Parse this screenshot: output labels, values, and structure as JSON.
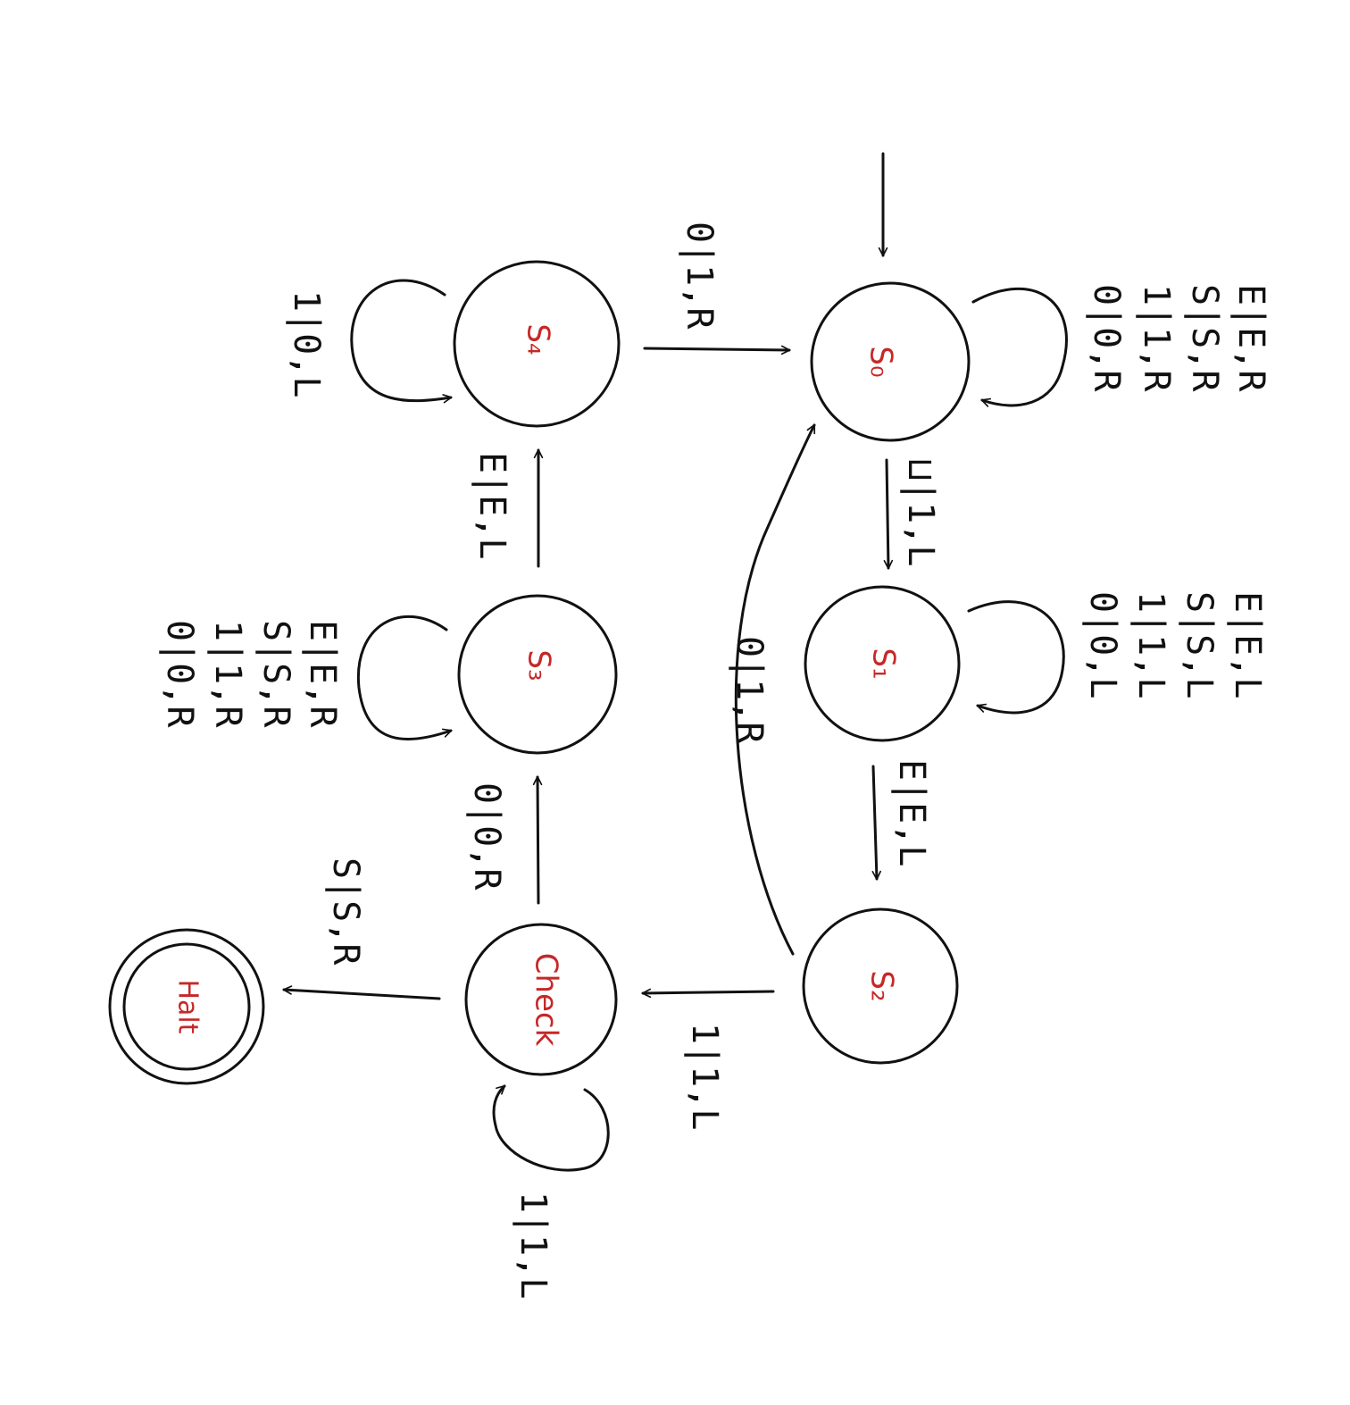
{
  "colors": {
    "state_text": "#c62828",
    "ink": "#111111",
    "background": "#ffffff"
  },
  "states": {
    "s0": "S₀",
    "s1": "S₁",
    "s2": "S₂",
    "s3": "S₃",
    "s4": "S₄",
    "check": "Check",
    "halt": "Halt"
  },
  "transitions": {
    "s0_loop": [
      "E|E,R",
      "S|S,R",
      "1|1,R",
      "0|0,R"
    ],
    "s1_loop": [
      "E|E,L",
      "S|S,L",
      "1|1,L",
      "0|0,L"
    ],
    "s3_loop": [
      "E|E,R",
      "S|S,R",
      "1|1,R",
      "0|0,R"
    ],
    "s4_loop": "1|0,L",
    "check_loop": "1|1,L",
    "s0_to_s1": "⊔|1,L",
    "s1_to_s2": "E|E,L",
    "s2_to_s0": "0|1,R",
    "s2_to_check": "1|1,L",
    "check_to_s3": "0|0,R",
    "s3_to_s4": "E|E,L",
    "s4_to_s0": "0|1,R",
    "check_to_halt": "S|S,R"
  }
}
